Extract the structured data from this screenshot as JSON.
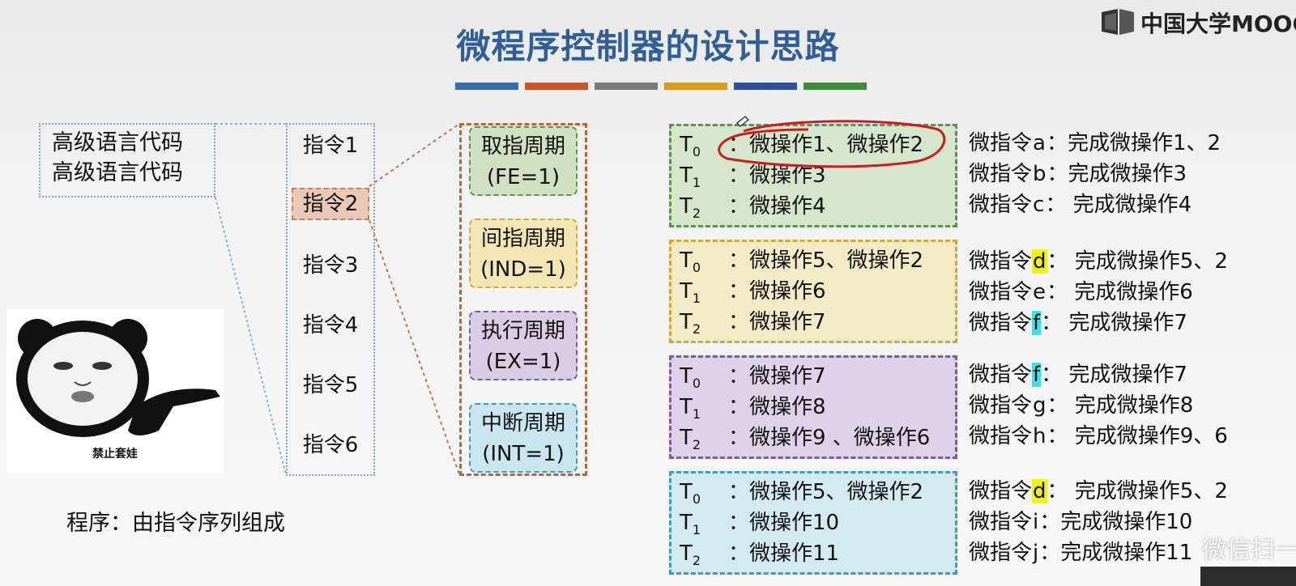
{
  "title": "微程序控制器的设计思路",
  "logo_text": "中国大学MOOC",
  "stripe_colors": [
    "#3a6ea5",
    "#c05a2c",
    "#7a7a7a",
    "#d59a1e",
    "#2f4f99",
    "#3d8a3a"
  ],
  "code_box": {
    "lines": [
      "高级语言代码",
      "高级语言代码"
    ]
  },
  "instructions": [
    "指令1",
    "指令2",
    "指令3",
    "指令4",
    "指令5",
    "指令6"
  ],
  "highlighted_instruction": "指令2",
  "cycles": [
    {
      "name": "取指周期",
      "signal": "(FE=1)",
      "bg": "#cfe0c3",
      "border": "#5d9251"
    },
    {
      "name": "间指周期",
      "signal": "(IND=1)",
      "bg": "#f2e6b5",
      "border": "#d0a839"
    },
    {
      "name": "执行周期",
      "signal": "(EX=1)",
      "bg": "#d9cde4",
      "border": "#7d5a9f"
    },
    {
      "name": "中断周期",
      "signal": "(INT=1)",
      "bg": "#c9e6ee",
      "border": "#3f9cb6"
    }
  ],
  "groups": [
    {
      "bg": "#d6e6cc",
      "border": "#5d9251",
      "rows": [
        {
          "t": "T",
          "sub": "0",
          "ops": "：微操作1、微操作2"
        },
        {
          "t": "T",
          "sub": "1",
          "ops": "：微操作3"
        },
        {
          "t": "T",
          "sub": "2",
          "ops": "：微操作4"
        }
      ]
    },
    {
      "bg": "#f3eac6",
      "border": "#d0a839",
      "rows": [
        {
          "t": "T",
          "sub": "0",
          "ops": "：微操作5、微操作2"
        },
        {
          "t": "T",
          "sub": "1",
          "ops": "：微操作6"
        },
        {
          "t": "T",
          "sub": "2",
          "ops": "：微操作7"
        }
      ]
    },
    {
      "bg": "#ddd2e8",
      "border": "#7d5a9f",
      "rows": [
        {
          "t": "T",
          "sub": "0",
          "ops": "：微操作7"
        },
        {
          "t": "T",
          "sub": "1",
          "ops": "：微操作8"
        },
        {
          "t": "T",
          "sub": "2",
          "ops": "：微操作9 、微操作6"
        }
      ]
    },
    {
      "bg": "#d2eaf0",
      "border": "#3f9cb6",
      "rows": [
        {
          "t": "T",
          "sub": "0",
          "ops": "：微操作5、微操作2"
        },
        {
          "t": "T",
          "sub": "1",
          "ops": "：微操作10"
        },
        {
          "t": "T",
          "sub": "2",
          "ops": "：微操作11"
        }
      ]
    }
  ],
  "micro_instructions": [
    [
      {
        "pre": "微指令",
        "letter": "a",
        "hl": "",
        "post": "：完成微操作1、2"
      },
      {
        "pre": "微指令",
        "letter": "b",
        "hl": "",
        "post": "：完成微操作3"
      },
      {
        "pre": "微指令",
        "letter": "c",
        "hl": "",
        "post": "： 完成微操作4"
      }
    ],
    [
      {
        "pre": "微指令",
        "letter": "d",
        "hl": "#f2f21a",
        "post": "： 完成微操作5、2"
      },
      {
        "pre": "微指令",
        "letter": "e",
        "hl": "",
        "post": "： 完成微操作6"
      },
      {
        "pre": "微指令",
        "letter": "f",
        "hl": "#3fe0e6",
        "post": "： 完成微操作7"
      }
    ],
    [
      {
        "pre": "微指令",
        "letter": "f",
        "hl": "#3fe0e6",
        "post": "： 完成微操作7"
      },
      {
        "pre": "微指令",
        "letter": "g",
        "hl": "",
        "post": "： 完成微操作8"
      },
      {
        "pre": "微指令",
        "letter": "h",
        "hl": "",
        "post": "： 完成微操作9、6"
      }
    ],
    [
      {
        "pre": "微指令",
        "letter": "d",
        "hl": "#f2f21a",
        "post": "： 完成微操作5、2"
      },
      {
        "pre": "微指令",
        "letter": "i",
        "hl": "",
        "post": "：完成微操作10"
      },
      {
        "pre": "微指令",
        "letter": "j",
        "hl": "",
        "post": "：完成微操作11"
      }
    ]
  ],
  "meme": {
    "caption": "禁止套娃"
  },
  "program_note": "程序：由指令序列组成",
  "watermark": "微信扫一"
}
